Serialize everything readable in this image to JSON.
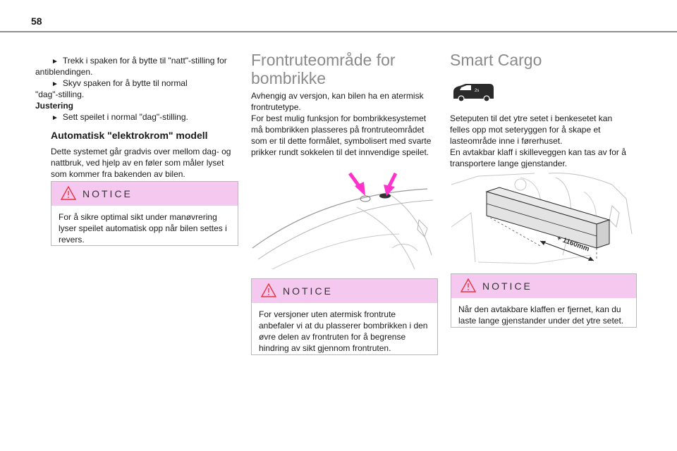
{
  "page": {
    "number": "58"
  },
  "col1": {
    "para1_line1": "Trekk i spaken for å bytte til \"natt\"-stilling for",
    "para1_line2": "antiblendingen.",
    "para2_line1": "Skyv spaken for å bytte til normal",
    "para2_line2": "\"dag\"-stilling.",
    "adjust_label": "Justering",
    "para3": "Sett speilet i normal \"dag\"-stilling.",
    "heading": "Automatisk \"elektrokrom\" modell",
    "body_lines": [
      "Dette systemet går gradvis over mellom dag- og",
      "nattbruk, ved hjelp av en føler som måler lyset",
      "som kommer fra bakenden av bilen."
    ],
    "notice": {
      "title": "NOTICE",
      "lines": [
        "For å sikre optimal sikt under manøvrering",
        "lyser speilet automatisk opp når bilen settes i",
        "revers."
      ]
    }
  },
  "col2": {
    "title_line1": "Frontruteområde for",
    "title_line2": "bombrikke",
    "body_lines": [
      "Avhengig av versjon, kan bilen ha en atermisk",
      "frontrutetype.",
      "For best mulig funksjon for bombrikkesystemet",
      "må bombrikken plasseres på frontruteområdet",
      "som er til dette formålet, symbolisert med svarte",
      "prikker rundt sokkelen til det innvendige speilet."
    ],
    "notice": {
      "title": "NOTICE",
      "lines": [
        "For versjoner uten atermisk frontrute",
        "anbefaler vi at du plasserer bombrikken i den",
        "øvre delen av frontruten for å begrense",
        "hindring av sikt gjennom frontruten."
      ]
    }
  },
  "col3": {
    "title": "Smart Cargo",
    "van_icon": "van-icon",
    "body_lines": [
      "Seteputen til det ytre setet i benkesetet kan",
      "felles opp mot seteryggen for å skape et",
      "lasteområde inne i førerhuset.",
      "En avtakbar klaff i skilleveggen kan tas av for å",
      "transportere lange gjenstander."
    ],
    "dimension_label": "+ 1160mm",
    "notice": {
      "title": "NOTICE",
      "lines": [
        "Når den avtakbare klaffen er fjernet, kan du",
        "laste lange gjenstander under det ytre setet."
      ]
    }
  },
  "colors": {
    "notice_header": "#f5c9ef",
    "accent_magenta": "#ff33cc",
    "warning_outline": "#e6333f"
  }
}
